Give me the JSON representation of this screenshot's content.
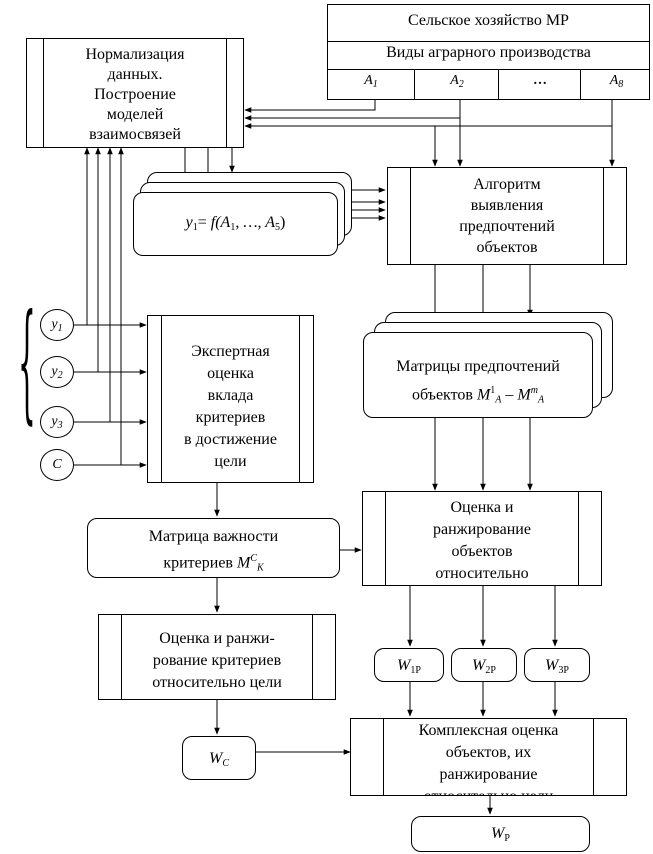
{
  "top_table": {
    "title": "Сельское хозяйство МР",
    "subtitle": "Виды аграрного производства",
    "cols": [
      "A",
      "A",
      "…",
      "A"
    ],
    "col_subs": [
      "1",
      "2",
      "",
      "8"
    ]
  },
  "normalization": {
    "lines": [
      "Нормализация",
      "данных.",
      "Построение",
      "моделей",
      "взаимосвязей"
    ]
  },
  "model_formula": {
    "y": "y",
    "y_sub": "1",
    "eq": "= ",
    "f": "f",
    "args_open": "(A",
    "a1_sub": "1",
    "mid": ", …, A",
    "a5_sub": "5",
    "close": ")"
  },
  "algorithm": {
    "lines": [
      "Алгоритм",
      "выявления",
      "предпочтений",
      "объектов"
    ]
  },
  "preferences_matrix": {
    "line1": "Матрицы предпочтений",
    "line2": "объектов",
    "sym": "M",
    "sup1": "1",
    "sub1": "A",
    "dash": "–",
    "supm": "m",
    "subm": "A"
  },
  "expert": {
    "lines": [
      "Экспертная",
      "оценка",
      "вклада",
      "критериев",
      "в достижение",
      "цели"
    ]
  },
  "criteria_labels": {
    "y1": "y",
    "y1s": "1",
    "y2": "y",
    "y2s": "2",
    "y3": "y",
    "y3s": "3",
    "c": "C"
  },
  "importance_matrix": {
    "line1": "Матрица важности",
    "line2": "критериев",
    "sym": "M",
    "sup": "C",
    "sub": "K"
  },
  "evaluation": {
    "lines": [
      "Оценка и",
      "ранжирование",
      "объектов",
      "относительно"
    ]
  },
  "criteria_ranking": {
    "lines": [
      "Оценка и ранжи-",
      "рование критериев",
      "относительно цели"
    ]
  },
  "weights": {
    "w": "W",
    "w1": "1P",
    "w2": "2P",
    "w3": "3P",
    "wc": "C",
    "wp": "P"
  },
  "complex": {
    "lines": [
      "Комплексная оценка",
      "объектов, их",
      "ранжирование",
      "относительно цели"
    ]
  }
}
